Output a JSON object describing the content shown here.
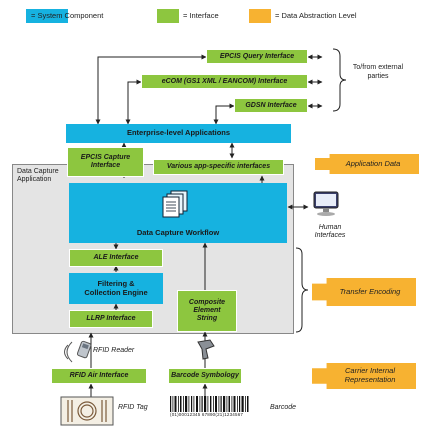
{
  "legend": {
    "system_component": {
      "label": "= System Component",
      "color": "#16b2e0"
    },
    "interface": {
      "label": "= Interface",
      "color": "#8dc63f"
    },
    "data_abstraction": {
      "label": "= Data Abstraction Level",
      "color": "#f7b231"
    }
  },
  "external": {
    "epcis_query": "EPCIS Query Interface",
    "ecom": "eCOM (GS1 XML / EANCOM) Interface",
    "gdsn": "GDSN Interface",
    "to_from_label": "To/from external parties"
  },
  "enterprise": {
    "label": "Enterprise-level Applications"
  },
  "capture_app": {
    "title": "Data Capture Application",
    "epcis_capture": "EPCIS Capture Interface",
    "app_specific": "Various app-specific interfaces",
    "workflow": "Data Capture Workflow",
    "ale": "ALE Interface",
    "filtering": "Filtering & Collection Engine",
    "llrp": "LLRP Interface",
    "composite": "Composite Element String"
  },
  "human_interfaces": "Human Interfaces",
  "devices": {
    "rfid_reader": "RFID Reader",
    "rfid_air": "RFID Air Interface",
    "barcode_symbology": "Barcode Symbology",
    "rfid_tag": "RFID Tag",
    "barcode": "Barcode",
    "barcode_digits": "(01)00012345 67890(21)1234567"
  },
  "levels": {
    "application_data": "Application Data",
    "transfer_encoding": "Transfer Encoding",
    "carrier_internal": "Carrier Internal Representation"
  },
  "colors": {
    "system_component": "#16b2e0",
    "interface": "#8dc63f",
    "data_abstraction": "#f7b231",
    "capture_background": "#e4e4e4"
  }
}
